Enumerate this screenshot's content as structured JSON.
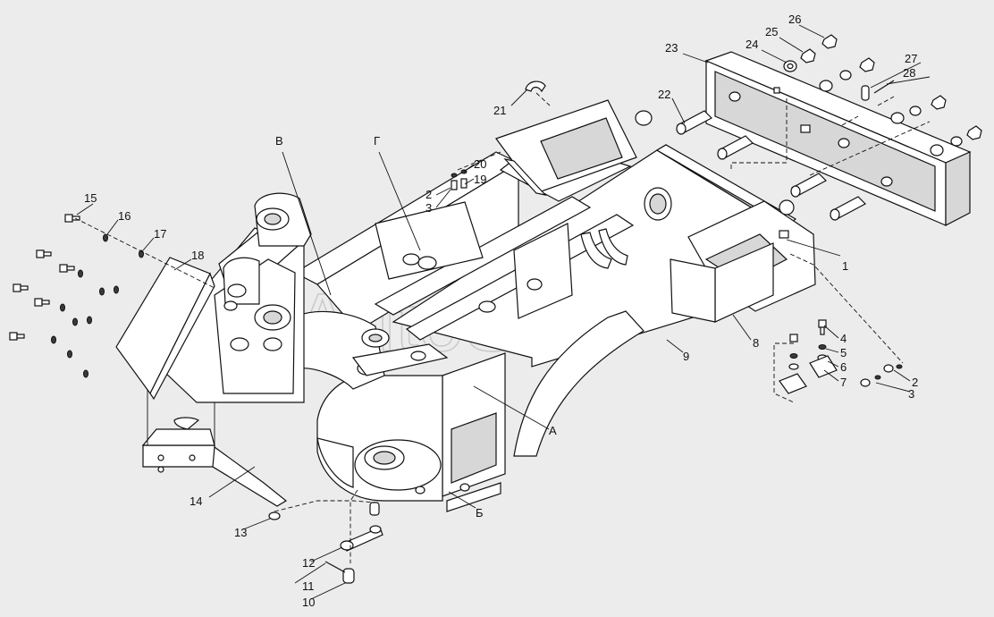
{
  "watermark": "AutoSoft",
  "labels": {
    "p1": "1",
    "p2a": "2",
    "p3a": "3",
    "p4": "4",
    "p5": "5",
    "p6": "6",
    "p7": "7",
    "p8": "8",
    "p9": "9",
    "p2b": "2",
    "p3b": "3",
    "p10": "10",
    "p11": "11",
    "p12": "12",
    "p13": "13",
    "p14": "14",
    "p15": "15",
    "p16": "16",
    "p17": "17",
    "p18": "18",
    "p19": "19",
    "p20": "20",
    "p21": "21",
    "p22": "22",
    "p23": "23",
    "p24": "24",
    "p25": "25",
    "p26": "26",
    "p27": "27",
    "p28": "28",
    "vA": "А",
    "vB": "Б",
    "vV": "В",
    "vG": "Г"
  }
}
